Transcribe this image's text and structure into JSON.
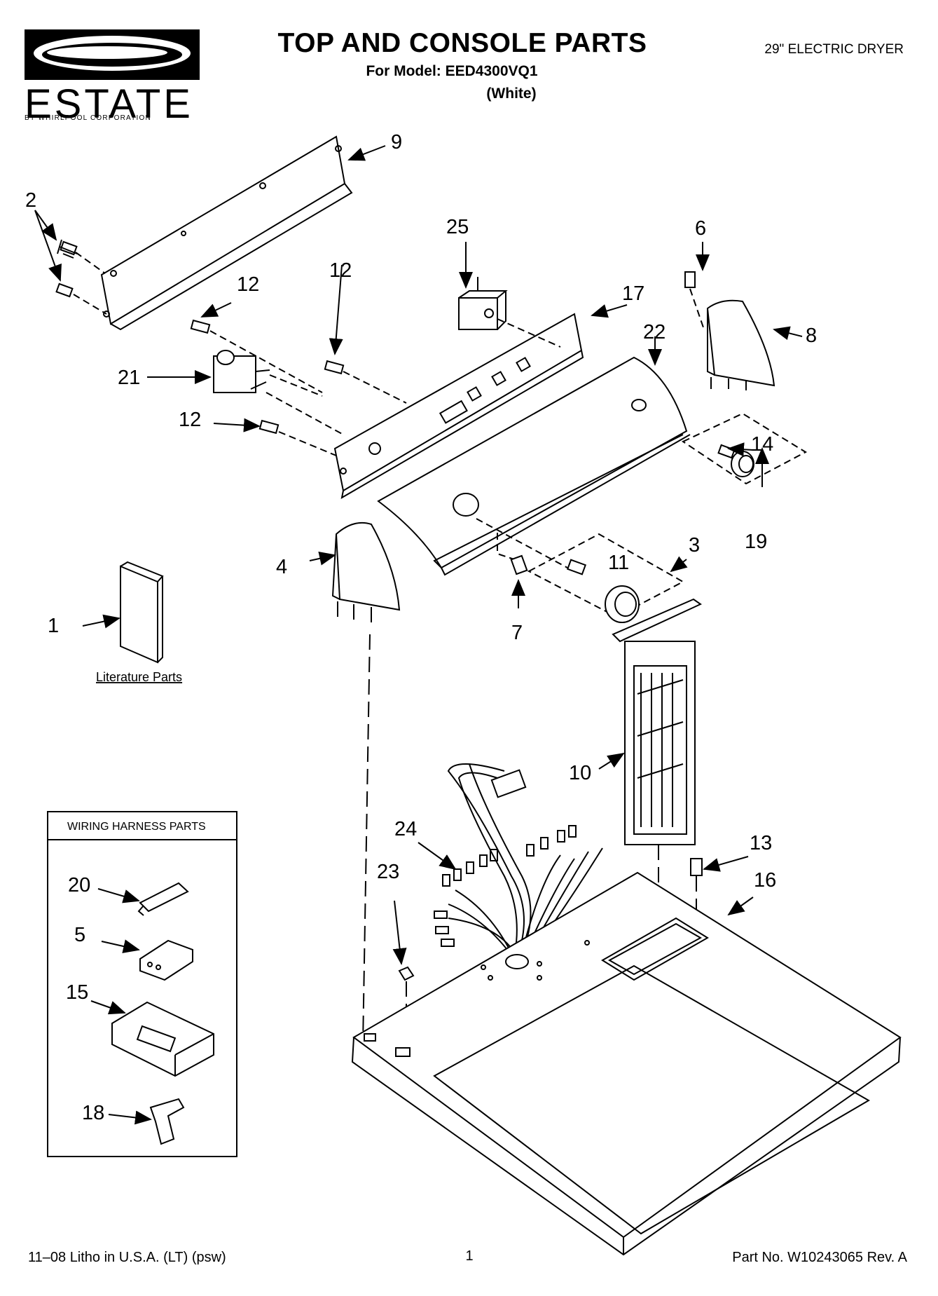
{
  "header": {
    "brand": "ESTATE",
    "brand_sub": "BY WHIRLPOOL CORPORATION",
    "title": "TOP AND CONSOLE PARTS",
    "model_line": "For Model: EED4300VQ1",
    "color_line": "(White)",
    "product": "29\" ELECTRIC DRYER"
  },
  "callouts": {
    "c1": "1",
    "c2": "2",
    "c3": "3",
    "c4": "4",
    "c5": "5",
    "c6": "6",
    "c7": "7",
    "c8": "8",
    "c9": "9",
    "c10": "10",
    "c11": "11",
    "c12a": "12",
    "c12b": "12",
    "c12c": "12",
    "c13": "13",
    "c14": "14",
    "c15": "15",
    "c16": "16",
    "c17": "17",
    "c18": "18",
    "c19": "19",
    "c20": "20",
    "c21": "21",
    "c22": "22",
    "c23": "23",
    "c24": "24",
    "c25": "25"
  },
  "labels": {
    "literature": "Literature Parts",
    "wiring_box_title": "WIRING HARNESS PARTS"
  },
  "footer": {
    "print_info": "11–08 Litho in U.S.A. (LT) (psw)",
    "page_number": "1",
    "part_number": "Part No. W10243065 Rev. A"
  }
}
